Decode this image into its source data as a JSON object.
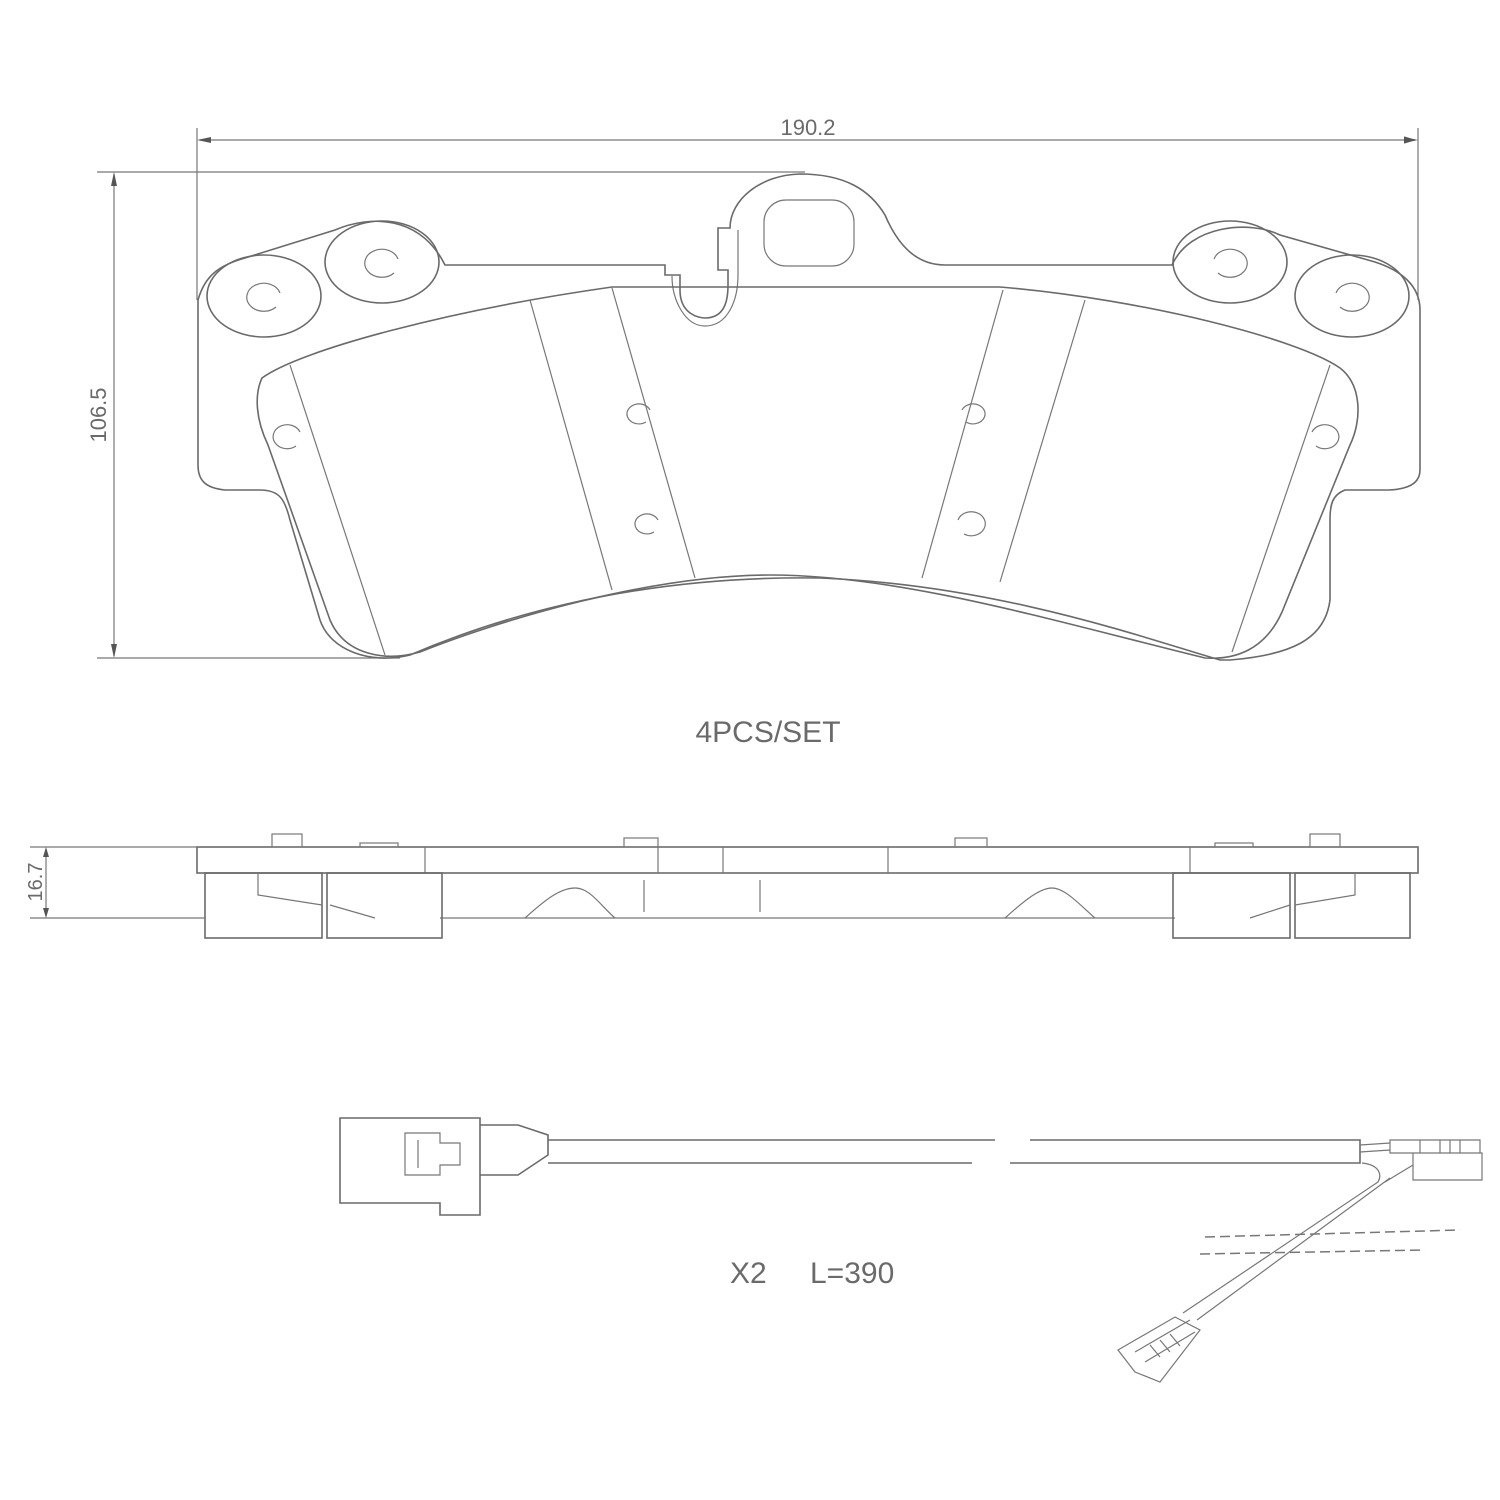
{
  "dimensions": {
    "width": "190.2",
    "height": "106.5",
    "thickness": "16.7"
  },
  "pad_note": "4PCS/SET",
  "sensor": {
    "quantity": "X2",
    "length": "L=390"
  },
  "line_color": "#6a6a6a"
}
